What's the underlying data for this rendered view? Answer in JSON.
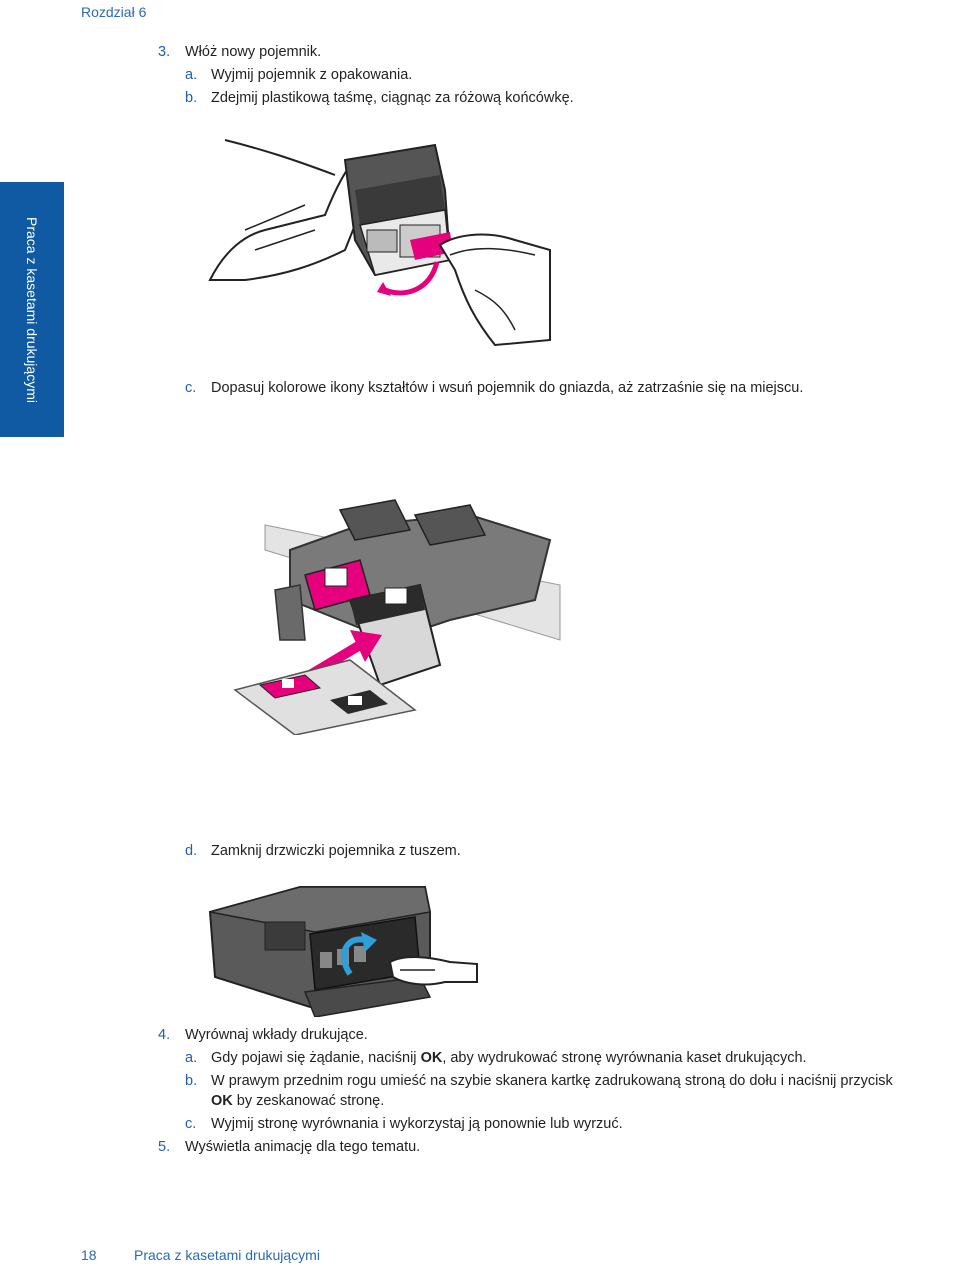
{
  "header": {
    "chapter": "Rozdział 6"
  },
  "side_tab": {
    "label": "Praca z kasetami drukującymi"
  },
  "steps": {
    "s3": {
      "num": "3.",
      "text": "Włóż nowy pojemnik."
    },
    "s3a": {
      "num": "a.",
      "text": "Wyjmij pojemnik z opakowania."
    },
    "s3b": {
      "num": "b.",
      "text": "Zdejmij plastikową taśmę, ciągnąc za różową końcówkę."
    },
    "s3c": {
      "num": "c.",
      "text": "Dopasuj kolorowe ikony kształtów i wsuń pojemnik do gniazda, aż zatrzaśnie się na miejscu."
    },
    "s3d": {
      "num": "d.",
      "text": "Zamknij drzwiczki pojemnika z tuszem."
    },
    "s4": {
      "num": "4.",
      "text": "Wyrównaj wkłady drukujące."
    },
    "s4a": {
      "num": "a.",
      "pre": "Gdy pojawi się żądanie, naciśnij ",
      "bold": "OK",
      "post": ", aby wydrukować stronę wyrównania kaset drukujących."
    },
    "s4b": {
      "num": "b.",
      "text": "W prawym przednim rogu umieść na szybie skanera kartkę zadrukowaną stroną do dołu i naciśnij przycisk",
      "bold2": "OK",
      "post2": " by zeskanować stronę."
    },
    "s4c": {
      "num": "c.",
      "text": "Wyjmij stronę wyrównania i wykorzystaj ją ponownie lub wyrzuć."
    },
    "s5": {
      "num": "5.",
      "text": "Wyświetla animację dla tego tematu."
    }
  },
  "footer": {
    "page_number": "18",
    "title": "Praca z kasetami drukującymi"
  },
  "colors": {
    "accent_blue": "#1d5fb0",
    "tab_blue": "#0f5aa3",
    "magenta": "#e6007e"
  }
}
